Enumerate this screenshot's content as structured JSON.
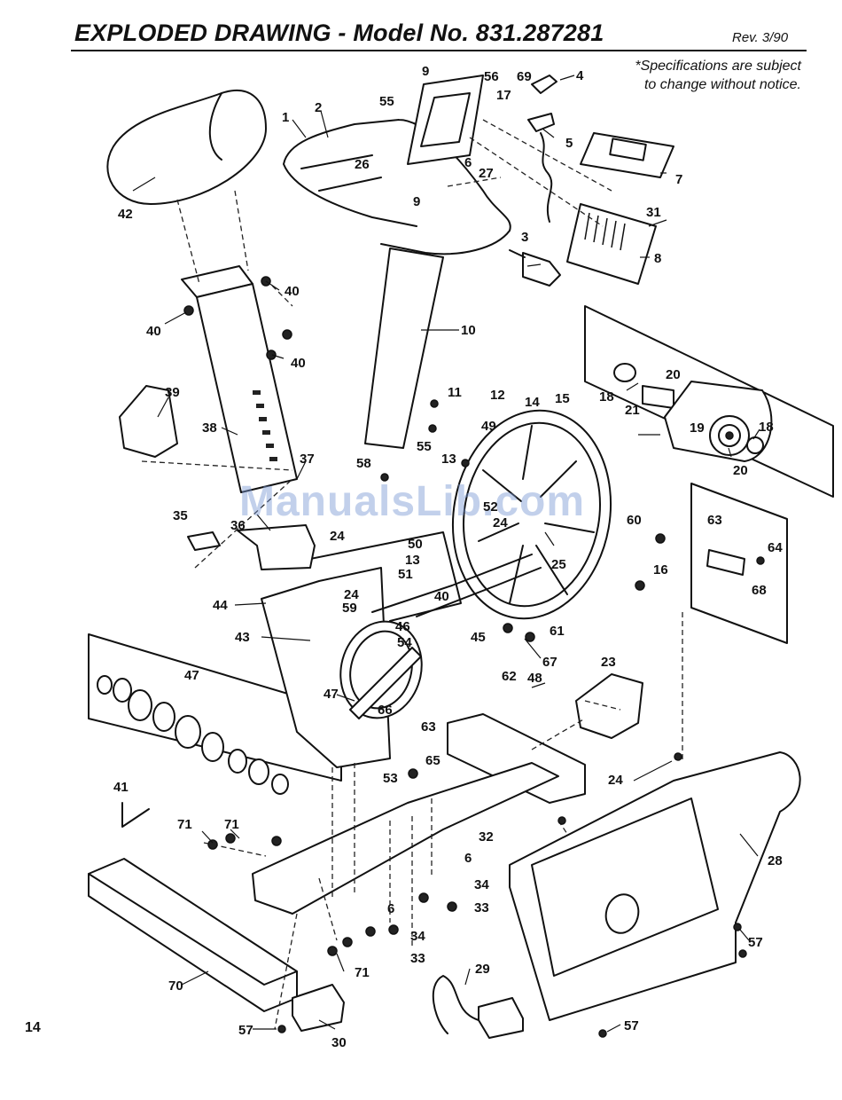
{
  "header": {
    "title": "EXPLODED DRAWING - Model No. 831.287281",
    "revision": "Rev. 3/90",
    "note_line1": "*Specifications are subject",
    "note_line2": "to change without notice."
  },
  "footer": {
    "page_number": "14"
  },
  "watermark": "ManualsLib.com",
  "callouts": [
    {
      "label": "1"
    },
    {
      "label": "2"
    },
    {
      "label": "3"
    },
    {
      "label": "4"
    },
    {
      "label": "5"
    },
    {
      "label": "6"
    },
    {
      "label": "7"
    },
    {
      "label": "8"
    },
    {
      "label": "9"
    },
    {
      "label": "9"
    },
    {
      "label": "10"
    },
    {
      "label": "11"
    },
    {
      "label": "12"
    },
    {
      "label": "13"
    },
    {
      "label": "13"
    },
    {
      "label": "14"
    },
    {
      "label": "15"
    },
    {
      "label": "16"
    },
    {
      "label": "17"
    },
    {
      "label": "18"
    },
    {
      "label": "18"
    },
    {
      "label": "19"
    },
    {
      "label": "20"
    },
    {
      "label": "20"
    },
    {
      "label": "21"
    },
    {
      "label": "23"
    },
    {
      "label": "24"
    },
    {
      "label": "24"
    },
    {
      "label": "24"
    },
    {
      "label": "24"
    },
    {
      "label": "25"
    },
    {
      "label": "26"
    },
    {
      "label": "27"
    },
    {
      "label": "28"
    },
    {
      "label": "29"
    },
    {
      "label": "30"
    },
    {
      "label": "31"
    },
    {
      "label": "32"
    },
    {
      "label": "33"
    },
    {
      "label": "33"
    },
    {
      "label": "34"
    },
    {
      "label": "34"
    },
    {
      "label": "35"
    },
    {
      "label": "36"
    },
    {
      "label": "37"
    },
    {
      "label": "38"
    },
    {
      "label": "39"
    },
    {
      "label": "40"
    },
    {
      "label": "40"
    },
    {
      "label": "40"
    },
    {
      "label": "40"
    },
    {
      "label": "41"
    },
    {
      "label": "42"
    },
    {
      "label": "43"
    },
    {
      "label": "44"
    },
    {
      "label": "45"
    },
    {
      "label": "46"
    },
    {
      "label": "47"
    },
    {
      "label": "47"
    },
    {
      "label": "48"
    },
    {
      "label": "49"
    },
    {
      "label": "50"
    },
    {
      "label": "51"
    },
    {
      "label": "52"
    },
    {
      "label": "53"
    },
    {
      "label": "54"
    },
    {
      "label": "55"
    },
    {
      "label": "55"
    },
    {
      "label": "56"
    },
    {
      "label": "57"
    },
    {
      "label": "57"
    },
    {
      "label": "57"
    },
    {
      "label": "58"
    },
    {
      "label": "59"
    },
    {
      "label": "60"
    },
    {
      "label": "61"
    },
    {
      "label": "62"
    },
    {
      "label": "63"
    },
    {
      "label": "63"
    },
    {
      "label": "64"
    },
    {
      "label": "65"
    },
    {
      "label": "66"
    },
    {
      "label": "67"
    },
    {
      "label": "68"
    },
    {
      "label": "69"
    },
    {
      "label": "70"
    },
    {
      "label": "71"
    },
    {
      "label": "71"
    },
    {
      "label": "71"
    },
    {
      "label": "6"
    },
    {
      "label": "6"
    }
  ]
}
